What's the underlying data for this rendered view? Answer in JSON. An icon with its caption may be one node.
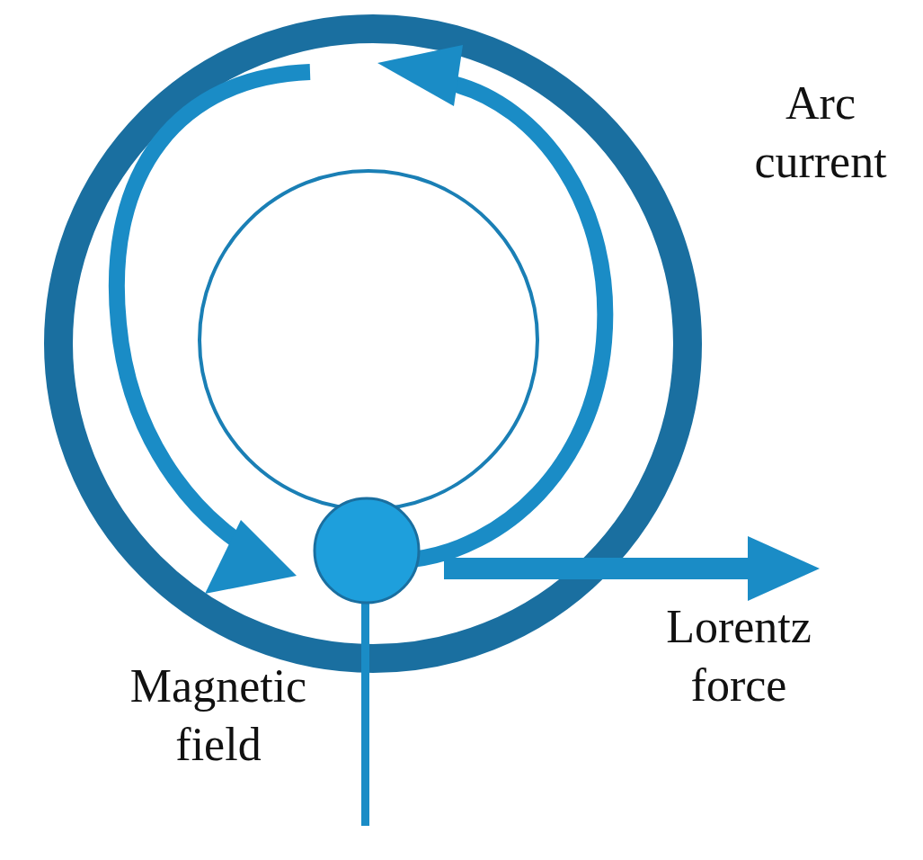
{
  "diagram": {
    "labels": [
      "Arc current",
      "Lorentz force",
      "Magnetic field"
    ]
  }
}
